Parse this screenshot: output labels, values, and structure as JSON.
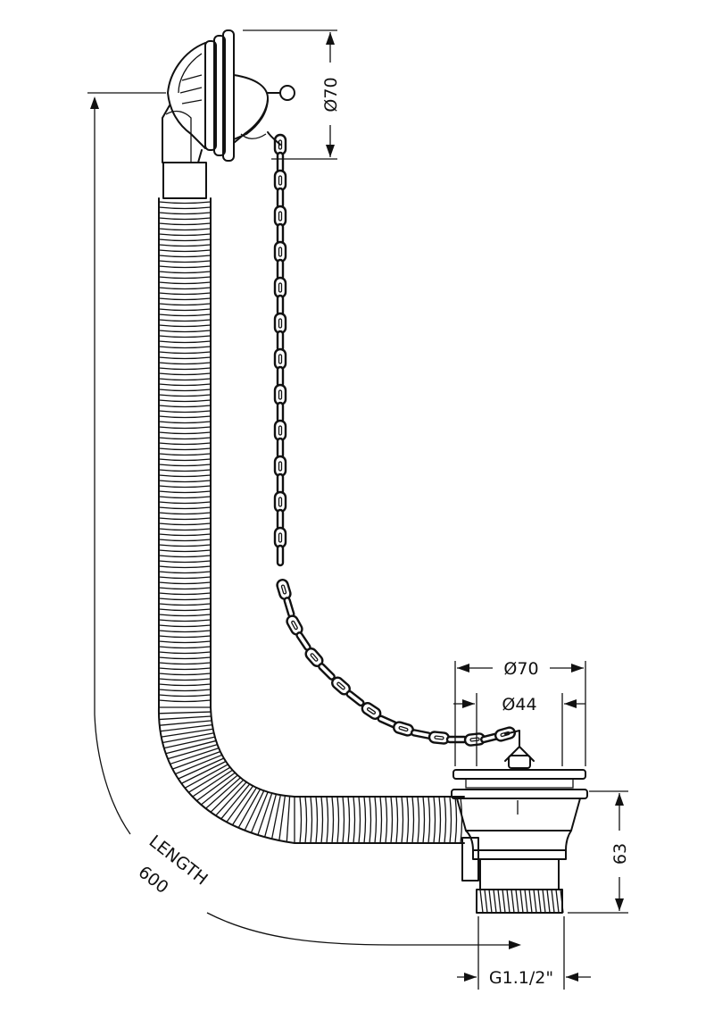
{
  "dimensions": {
    "top_overflow_diameter": "Ø70",
    "waste_diameter": "Ø70",
    "waste_inner_diameter": "Ø44",
    "waste_height": "63",
    "thread_size": "G1.1/2\"",
    "length_label": "LENGTH",
    "length_value": "600"
  }
}
